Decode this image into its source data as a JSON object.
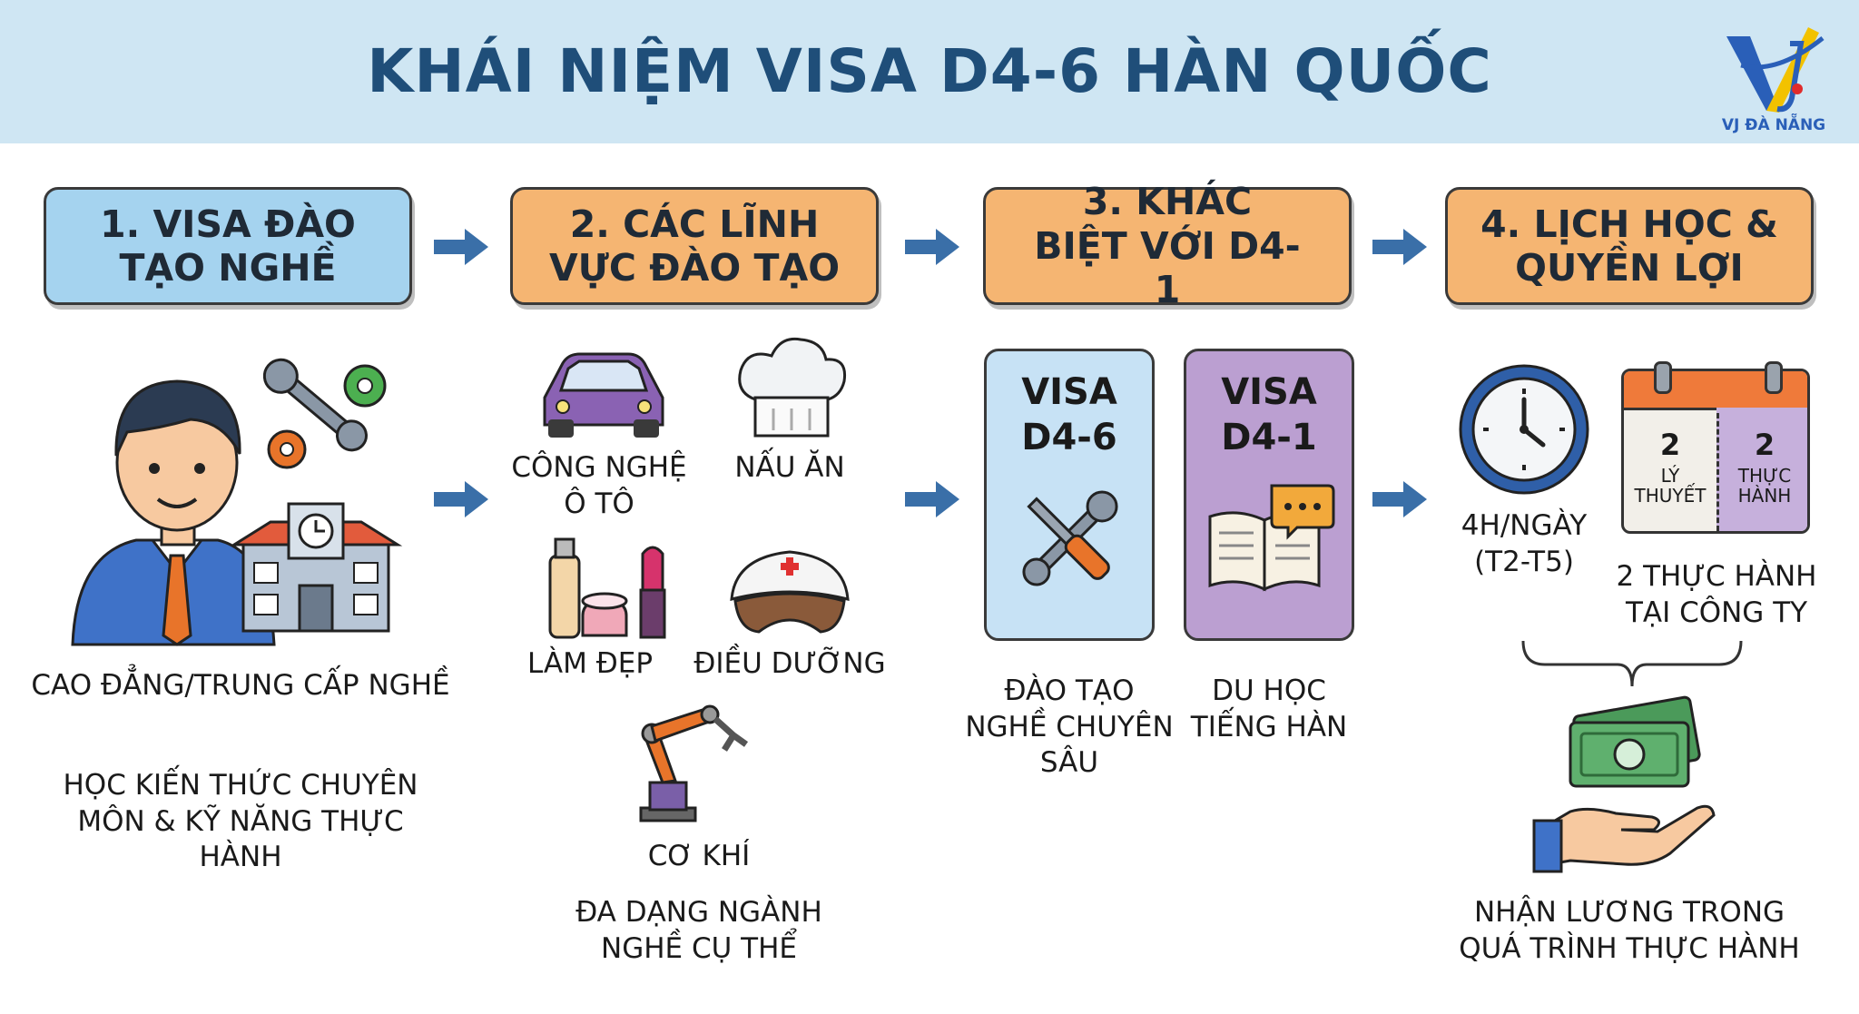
{
  "header": {
    "title": "KHÁI NIỆM VISA D4-6 HÀN QUỐC",
    "logo_text": "VJ ĐÀ NẴNG"
  },
  "steps": [
    {
      "label": "1. VISA ĐÀO TẠO NGHỀ"
    },
    {
      "label": "2. CÁC LĨNH VỰC ĐÀO TẠO"
    },
    {
      "label": "3. KHÁC BIỆT VỚI D4-1"
    },
    {
      "label": "4. LỊCH HỌC & QUYỀN LỢI"
    }
  ],
  "col1": {
    "caption1": "CAO ĐẲNG/TRUNG CẤP NGHỀ",
    "caption2": "HỌC KIẾN THỨC CHUYÊN MÔN & KỸ NĂNG THỰC HÀNH"
  },
  "col2": {
    "auto": "CÔNG NGHỆ Ô TÔ",
    "cooking": "NẤU ĂN",
    "beauty": "LÀM ĐẸP",
    "nursing": "ĐIỀU DƯỠNG",
    "mechanical": "CƠ KHÍ",
    "summary": "ĐA DẠNG NGÀNH NGHỀ CỤ THỂ"
  },
  "col3": {
    "d46_title": "VISA D4-6",
    "d41_title": "VISA D4-1",
    "d46_caption": "ĐÀO TẠO NGHỀ CHUYÊN SÂU",
    "d41_caption": "DU HỌC TIẾNG HÀN"
  },
  "col4": {
    "clock_caption": "4H/NGÀY (T2-T5)",
    "cal_left_num": "2",
    "cal_left_txt": "LÝ THUYẾT",
    "cal_right_num": "2",
    "cal_right_txt": "THỰC HÀNH",
    "cal_caption": "2 THỰC HÀNH TẠI CÔNG TY",
    "salary_caption": "NHẬN LƯƠNG TRONG QUÁ TRÌNH THỰC HÀNH"
  },
  "colors": {
    "blue": "#a5d3ef",
    "orange": "#f5b572",
    "d46": "#c7e2f5",
    "d41": "#bb9fd1",
    "arrow": "#3a6fa8",
    "title": "#1f4e79"
  }
}
